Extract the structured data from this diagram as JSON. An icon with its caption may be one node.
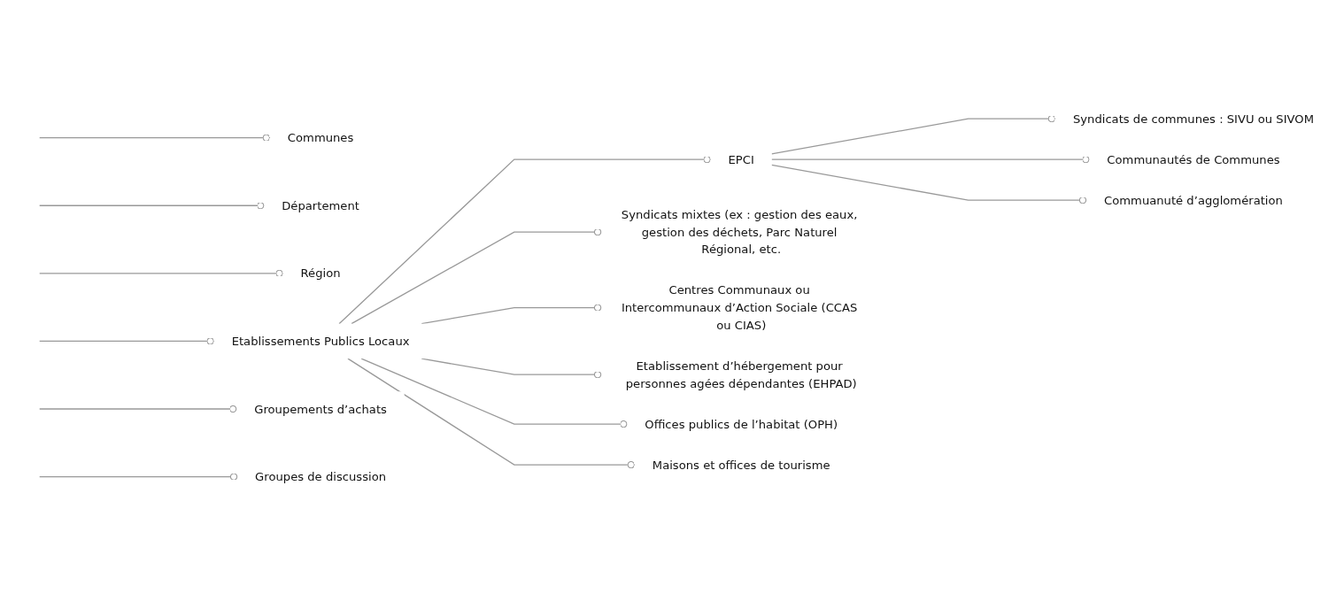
{
  "diagram": {
    "nodes": [
      {
        "text": [
          "Communes"
        ]
      },
      {
        "text": [
          "Département"
        ]
      },
      {
        "text": [
          "Région"
        ]
      },
      {
        "text": [
          "Etablissements Publics Locaux"
        ]
      },
      {
        "text": [
          "EPCI"
        ]
      },
      {
        "text": [
          "Syndicats de communes : SIVU ou SIVOM"
        ]
      },
      {
        "text": [
          "Communautés de Communes"
        ]
      },
      {
        "text": [
          "Commuanuté d’agglomération"
        ]
      },
      {
        "text": [
          "Syndicats mixtes (ex : gestion des eaux, gestion des déchets, Parc Naturel Régional, etc."
        ]
      },
      {
        "text": [
          "Centres Communaux ou Intercommunaux d’Action Sociale (CCAS ou CIAS)"
        ]
      },
      {
        "text": [
          "Etablissement d’hébergement pour personnes agées dépendantes (EHPAD)"
        ]
      },
      {
        "text": [
          "Offices publics de l’habitat (OPH)"
        ]
      },
      {
        "text": [
          "Maisons et offices de tourisme"
        ]
      },
      {
        "text": [
          "Groupements d’achats"
        ]
      },
      {
        "text": [
          "Groupes de discussion"
        ]
      }
    ],
    "edges": [
      {
        "from": null,
        "to": 0,
        "arrow": "other"
      },
      {
        "from": null,
        "to": 1,
        "arrow": "other"
      },
      {
        "from": null,
        "to": 2,
        "arrow": "other"
      },
      {
        "from": null,
        "to": 3,
        "arrow": "other"
      },
      {
        "from": 3,
        "to": 4,
        "arrow": "other"
      },
      {
        "from": 4,
        "to": 5,
        "arrow": "other"
      },
      {
        "from": 4,
        "to": 6,
        "arrow": "other"
      },
      {
        "from": 4,
        "to": 7,
        "arrow": "other"
      },
      {
        "from": 3,
        "to": 8,
        "arrow": "other"
      },
      {
        "from": 3,
        "to": 9,
        "arrow": "other"
      },
      {
        "from": 3,
        "to": 10,
        "arrow": "other"
      },
      {
        "from": 3,
        "to": 11,
        "arrow": "other"
      },
      {
        "from": 3,
        "to": 12,
        "arrow": "other"
      },
      {
        "from": null,
        "to": 13,
        "arrow": "other"
      },
      {
        "from": null,
        "to": 14,
        "arrow": "other"
      }
    ]
  }
}
